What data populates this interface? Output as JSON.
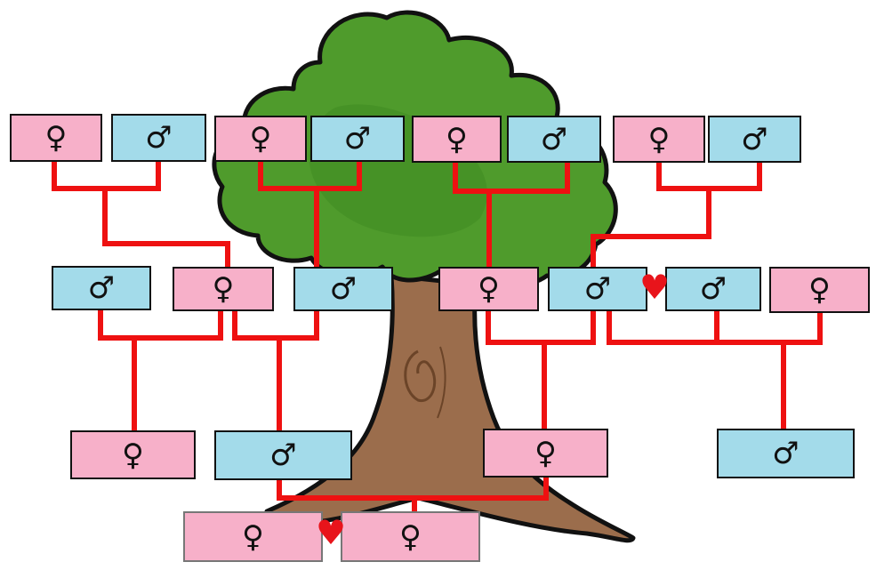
{
  "symbols": {
    "female": "♀",
    "male": "♂",
    "heart": "♥"
  },
  "colors": {
    "female_box": "#f7b0c9",
    "male_box": "#a3dbea",
    "connector": "#ee1111",
    "heart": "#e8141b",
    "foliage": "#4f9b2c",
    "trunk": "#9b6d4c",
    "outline": "#111111"
  },
  "generations": {
    "great_grandparents": [
      {
        "id": "gg1",
        "sex": "female"
      },
      {
        "id": "gg2",
        "sex": "male"
      },
      {
        "id": "gg3",
        "sex": "female"
      },
      {
        "id": "gg4",
        "sex": "male"
      },
      {
        "id": "gg5",
        "sex": "female"
      },
      {
        "id": "gg6",
        "sex": "male"
      },
      {
        "id": "gg7",
        "sex": "female"
      },
      {
        "id": "gg8",
        "sex": "male"
      }
    ],
    "grandparents": [
      {
        "id": "gp1",
        "sex": "male"
      },
      {
        "id": "gp2",
        "sex": "female"
      },
      {
        "id": "gp3",
        "sex": "male"
      },
      {
        "id": "gp4",
        "sex": "female"
      },
      {
        "id": "gp5",
        "sex": "male"
      },
      {
        "id": "gp6",
        "sex": "male"
      },
      {
        "id": "gp7",
        "sex": "female"
      }
    ],
    "parents": [
      {
        "id": "p1",
        "sex": "female"
      },
      {
        "id": "p2",
        "sex": "male"
      },
      {
        "id": "p3",
        "sex": "female"
      },
      {
        "id": "p4",
        "sex": "male"
      }
    ],
    "children": [
      {
        "id": "c1",
        "sex": "female"
      },
      {
        "id": "c2",
        "sex": "female"
      }
    ]
  }
}
